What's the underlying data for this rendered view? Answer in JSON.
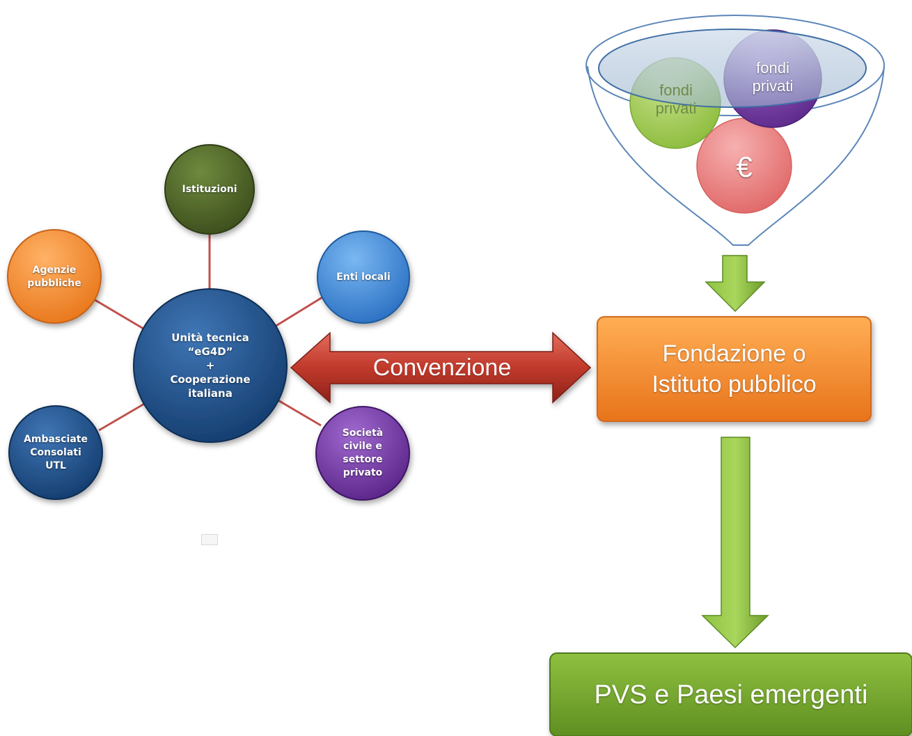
{
  "hub": {
    "center": "Unità tecnica\n“eG4D”\n+\nCooperazione\nitaliana",
    "nodes": {
      "istituzioni": "Istituzioni",
      "enti_locali": "Enti locali",
      "agenzie": "Agenzie\npubbliche",
      "ambasciate": "Ambasciate\nConsolati\nUTL",
      "societa": "Società\ncivile e\nsettore\nprivato"
    }
  },
  "connector": {
    "label": "Convenzione"
  },
  "funnel": {
    "fund_green": "fondi\nprivati",
    "fund_purple": "fondi\nprivati",
    "fund_euro": "€"
  },
  "foundation": {
    "label": "Fondazione o\nIstituto pubblico"
  },
  "destination": {
    "label": "PVS e Paesi emergenti"
  },
  "colors": {
    "navy": "#1f4e79",
    "olive": "#4f6228",
    "orange": "#f79646",
    "blue": "#4a8fd8",
    "purple": "#7030a0",
    "red_arrow": "#c0392b",
    "green": "#77a12f",
    "link": "#c0504d"
  }
}
